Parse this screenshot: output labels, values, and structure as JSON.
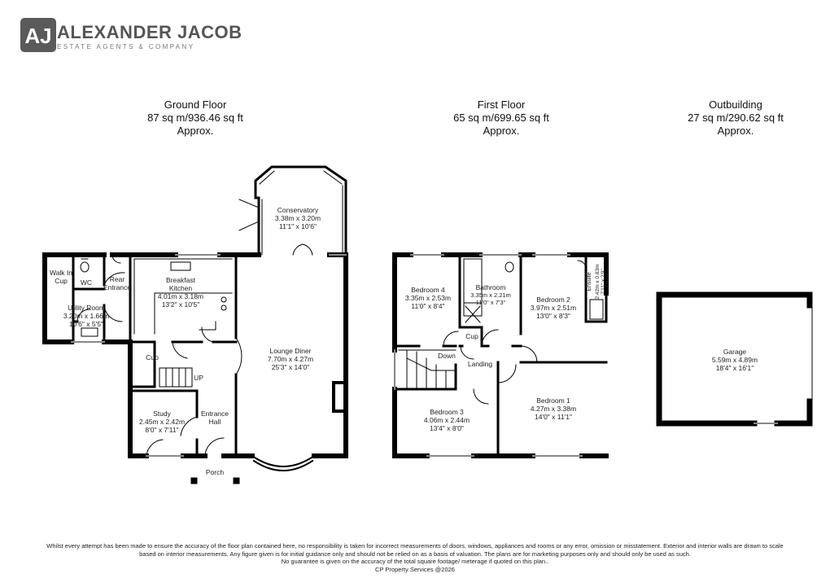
{
  "brand": {
    "logo_letters": "AJ",
    "name": "ALEXANDER JACOB",
    "tagline": "ESTATE AGENTS & COMPANY"
  },
  "floors": [
    {
      "name": "Ground Floor",
      "area": "87 sq m/936.46 sq ft",
      "note": "Approx."
    },
    {
      "name": "First Floor",
      "area": "65 sq m/699.65 sq ft",
      "note": "Approx."
    },
    {
      "name": "Outbuilding",
      "area": "27 sq m/290.62 sq ft",
      "note": "Approx."
    }
  ],
  "rooms": {
    "conservatory": {
      "name": "Conservatory",
      "metric": "3.38m x 3.20m",
      "imperial": "11'1\" x 10'6\""
    },
    "kitchen": {
      "name1": "Breakfast",
      "name2": "Kitchen",
      "metric": "4.01m x 3.18m",
      "imperial": "13'2\" x 10'5\""
    },
    "utility": {
      "name": "Utility Room",
      "metric": "3.20m x 1.66m",
      "imperial": "10'6\" x 5'5\""
    },
    "walkin": {
      "name1": "Walk In",
      "name2": "Cup"
    },
    "wc": {
      "name": "WC"
    },
    "rear": {
      "name1": "Rear",
      "name2": "Entrance"
    },
    "lounge": {
      "name": "Lounge Diner",
      "metric": "7.70m x 4.27m",
      "imperial": "25'3\" x 14'0\""
    },
    "cup_ground": {
      "name": "Cup"
    },
    "up": {
      "name": "UP"
    },
    "study": {
      "name": "Study",
      "metric": "2.45m x 2.42m",
      "imperial": "8'0\" x 7'11\""
    },
    "hall": {
      "name1": "Entrance",
      "name2": "Hall"
    },
    "porch": {
      "name": "Porch"
    },
    "bedroom4": {
      "name": "Bedroom 4",
      "metric": "3.35m x 2.53m",
      "imperial": "11'0\" x 8'4\""
    },
    "bathroom": {
      "name": "Bathroom",
      "metric": "3.35m x 2.21m",
      "imperial": "11'0\" x 7'3\""
    },
    "bedroom2": {
      "name": "Bedroom 2",
      "metric": "3.97m x 2.51m",
      "imperial": "13'0\" x 8'3\""
    },
    "ensuite": {
      "name": "Ensuite",
      "metric": "2.42m x 0.83m",
      "imperial": "7'11\" x 2'9\""
    },
    "cup_first": {
      "name": "Cup"
    },
    "down": {
      "name": "Down"
    },
    "landing": {
      "name": "Landing"
    },
    "bedroom3": {
      "name": "Bedroom 3",
      "metric": "4.06m x 2.44m",
      "imperial": "13'4\" x 8'0\""
    },
    "bedroom1": {
      "name": "Bedroom 1",
      "metric": "4.27m x 3.38m",
      "imperial": "14'0\" x 11'1\""
    },
    "garage": {
      "name": "Garage",
      "metric": "5.59m x 4.89m",
      "imperial": "18'4\" x 16'1\""
    }
  },
  "disclaimer": {
    "line1": "Whilst every attempt has been made to ensure the accuracy of the floor plan contained here, no responsibility is taken for incorrect measurements of doors, windows, appliances and rooms or any error, omission or misstatement. Exterior and interior walls are drawn to scale",
    "line2": "based on interior measurements. Any figure given is for initial guidance only and should not be relied on as a basis of valuation. The plans are for marketing purposes only and should only be used as such.",
    "line3": "No guarantee is given on the accuracy of the total square footage/ meterage if quoted on this plan..",
    "line4": "CP Property Services @2026"
  }
}
